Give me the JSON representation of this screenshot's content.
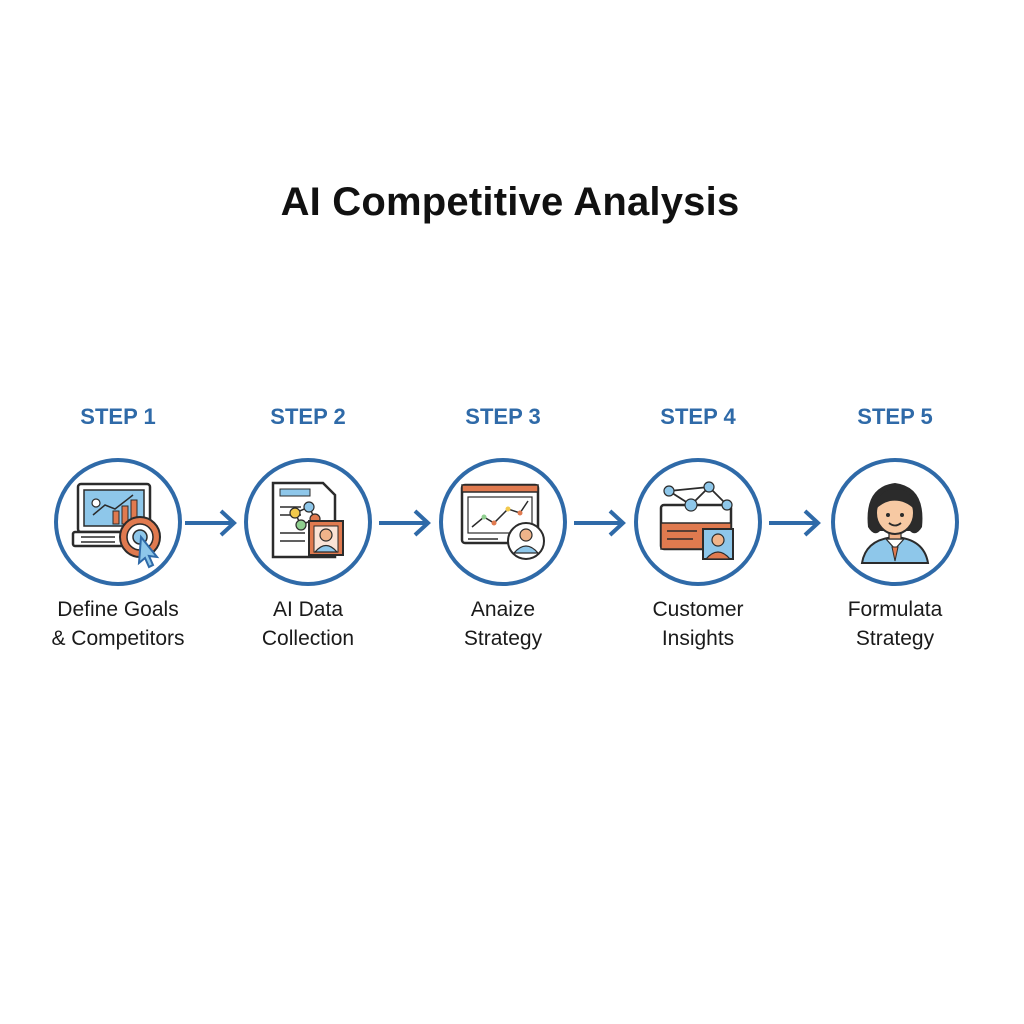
{
  "title": "AI Competitive Analysis",
  "colors": {
    "accent": "#2f6aa8",
    "orange": "#e07a4f",
    "light_blue": "#8ec7ea",
    "outline": "#2b2b2b"
  },
  "steps": [
    {
      "label": "STEP 1",
      "caption": [
        "Define Goals",
        "& Competitors"
      ],
      "icon": "laptop-target-icon"
    },
    {
      "label": "STEP 2",
      "caption": [
        "AI Data",
        "Collection"
      ],
      "icon": "document-data-icon"
    },
    {
      "label": "STEP 3",
      "caption": [
        "Anaize",
        "Strategy"
      ],
      "icon": "monitor-analysis-icon"
    },
    {
      "label": "STEP 4",
      "caption": [
        "Customer",
        "Insights"
      ],
      "icon": "network-card-icon"
    },
    {
      "label": "STEP 5",
      "caption": [
        "Formulata",
        "Strategy"
      ],
      "icon": "person-avatar-icon"
    }
  ]
}
